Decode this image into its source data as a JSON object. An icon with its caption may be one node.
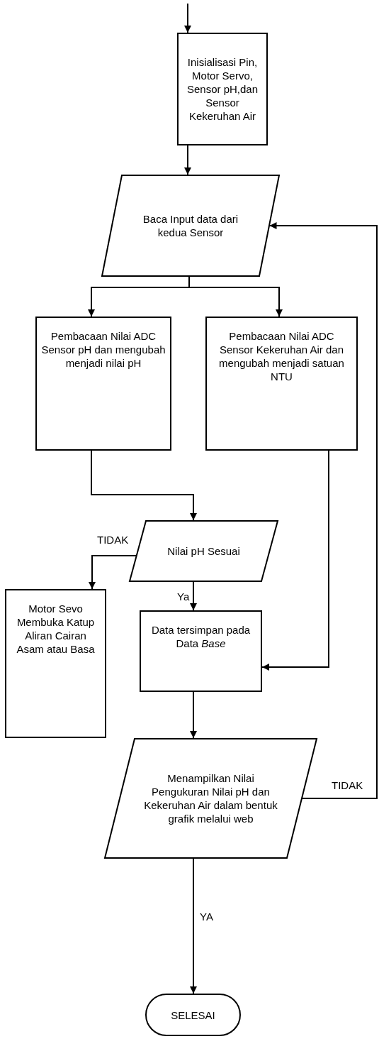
{
  "diagram": {
    "nodes": [
      {
        "text": [
          "Inisialisasi Pin, Motor Servo, Sensor pH,dan Sensor Kekeruhan Air"
        ]
      },
      {
        "text": [
          "Baca Input data dari kedua Sensor"
        ]
      },
      {
        "text": [
          "Pembacaan Nilai ADC Sensor pH dan mengubah menjadi nilai pH"
        ]
      },
      {
        "text": [
          "Pembacaan Nilai ADC Sensor Kekeruhan Air dan mengubah menjadi satuan NTU"
        ]
      },
      {
        "text": [
          "Nilai pH Sesuai"
        ]
      },
      {
        "text": [
          "Motor Sevo Membuka Katup Aliran Cairan Asam atau Basa"
        ]
      },
      {
        "text": [
          "Data tersimpan pada Data *Base*"
        ]
      },
      {
        "text": [
          "Menampilkan Nilai Pengukuran Nilai pH dan Kekeruhan Air dalam bentuk grafik melalui web"
        ]
      },
      {
        "text": [
          "SELESAI"
        ]
      }
    ],
    "edges": [
      {
        "from": null,
        "to": 0,
        "arrow": "to"
      },
      {
        "from": 0,
        "to": 1,
        "arrow": "to"
      },
      {
        "from": 1,
        "to": 2,
        "arrow": "to"
      },
      {
        "from": 1,
        "to": 3,
        "arrow": "to"
      },
      {
        "from": 2,
        "to": 4,
        "arrow": "to"
      },
      {
        "from": 4,
        "to": 5,
        "arrow": "to",
        "label": "TIDAK"
      },
      {
        "from": 4,
        "to": 6,
        "arrow": "to",
        "label": "Ya"
      },
      {
        "from": 3,
        "to": 6,
        "arrow": "to"
      },
      {
        "from": 6,
        "to": 7,
        "arrow": "to"
      },
      {
        "from": 7,
        "to": 1,
        "arrow": "to",
        "label": "TIDAK"
      },
      {
        "from": 7,
        "to": 8,
        "arrow": "to",
        "label": "YA"
      }
    ]
  }
}
